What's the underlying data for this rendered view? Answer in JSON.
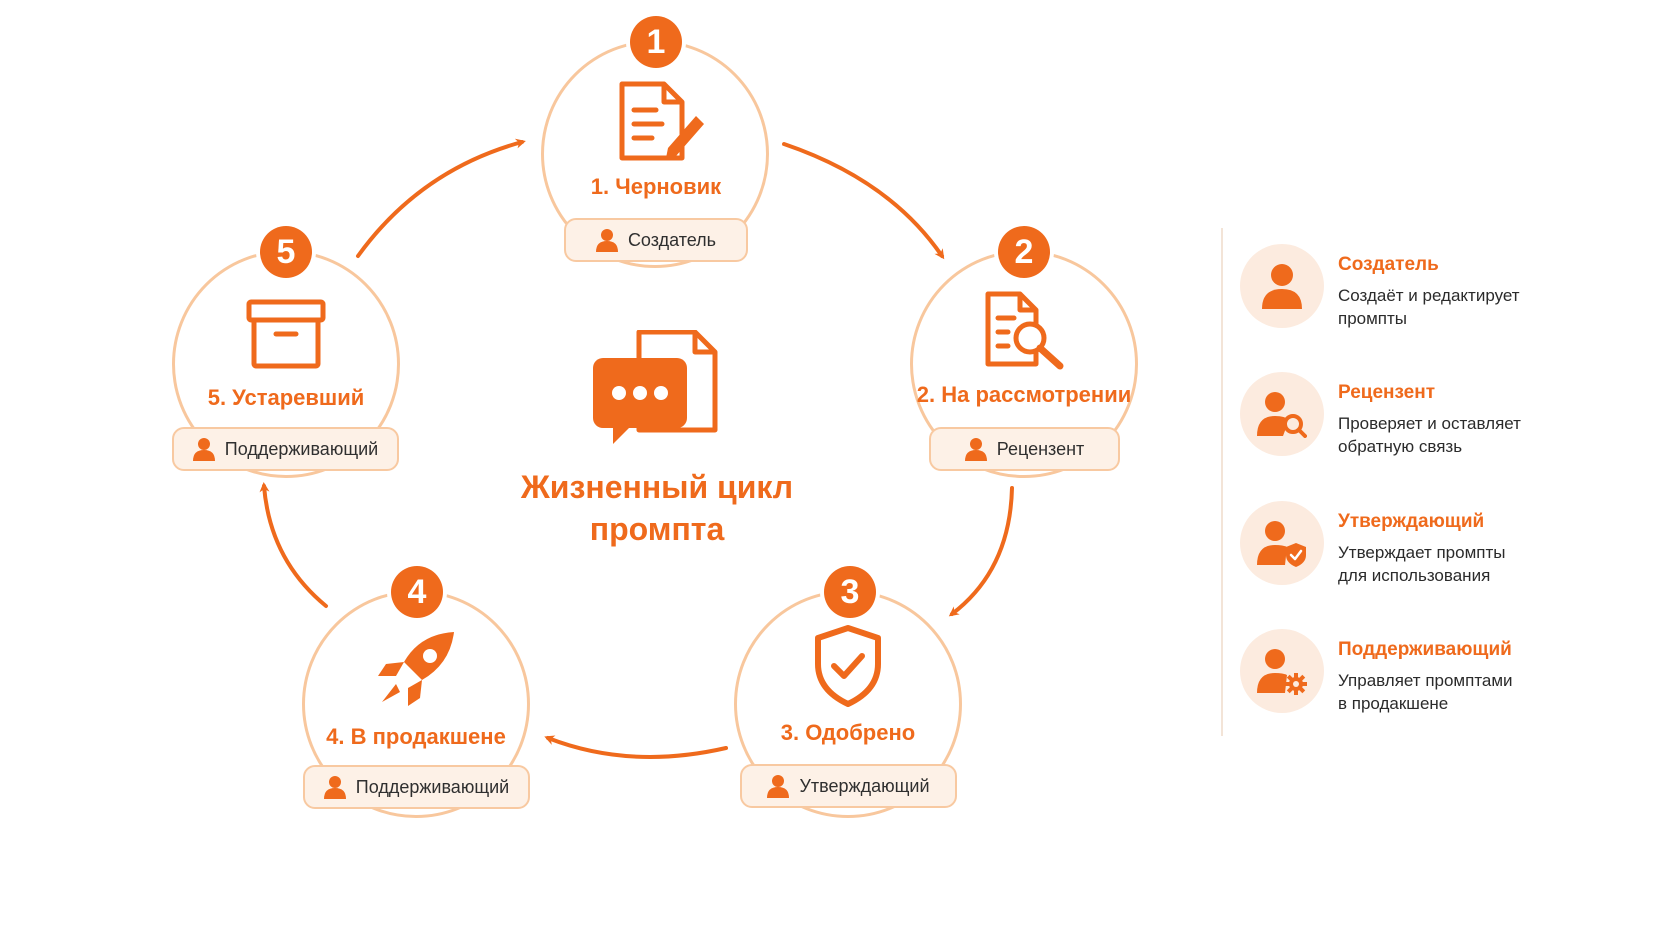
{
  "center": {
    "title_line1": "Жизненный цикл",
    "title_line2": "промпта",
    "icon": "chat-document-icon"
  },
  "stages": [
    {
      "number": "1",
      "title": "1. Черновик",
      "role": "Создатель",
      "icon": "document-edit-icon"
    },
    {
      "number": "2",
      "title": "2. На рассмотрении",
      "role": "Рецензент",
      "icon": "document-search-icon"
    },
    {
      "number": "3",
      "title": "3. Одобрено",
      "role": "Утверждающий",
      "icon": "shield-check-icon"
    },
    {
      "number": "4",
      "title": "4. В продакшене",
      "role": "Поддерживающий",
      "icon": "rocket-icon"
    },
    {
      "number": "5",
      "title": "5. Устаревший",
      "role": "Поддерживающий",
      "icon": "archive-box-icon"
    }
  ],
  "legend": [
    {
      "title": "Создатель",
      "desc_line1": "Создаёт и редактирует",
      "desc_line2": "промпты",
      "icon": "user-icon"
    },
    {
      "title": "Рецензент",
      "desc_line1": "Проверяет и оставляет",
      "desc_line2": "обратную связь",
      "icon": "user-search-icon"
    },
    {
      "title": "Утверждающий",
      "desc_line1": "Утверждает промпты",
      "desc_line2": "для использования",
      "icon": "user-shield-icon"
    },
    {
      "title": "Поддерживающий",
      "desc_line1": "Управляет промптами",
      "desc_line2": "в продакшене",
      "icon": "user-gear-icon"
    }
  ],
  "colors": {
    "accent": "#ef6a1c",
    "circle_border": "#f8c79d",
    "pill_bg": "#fdf1e7",
    "avatar_bg": "#fcebdf"
  }
}
